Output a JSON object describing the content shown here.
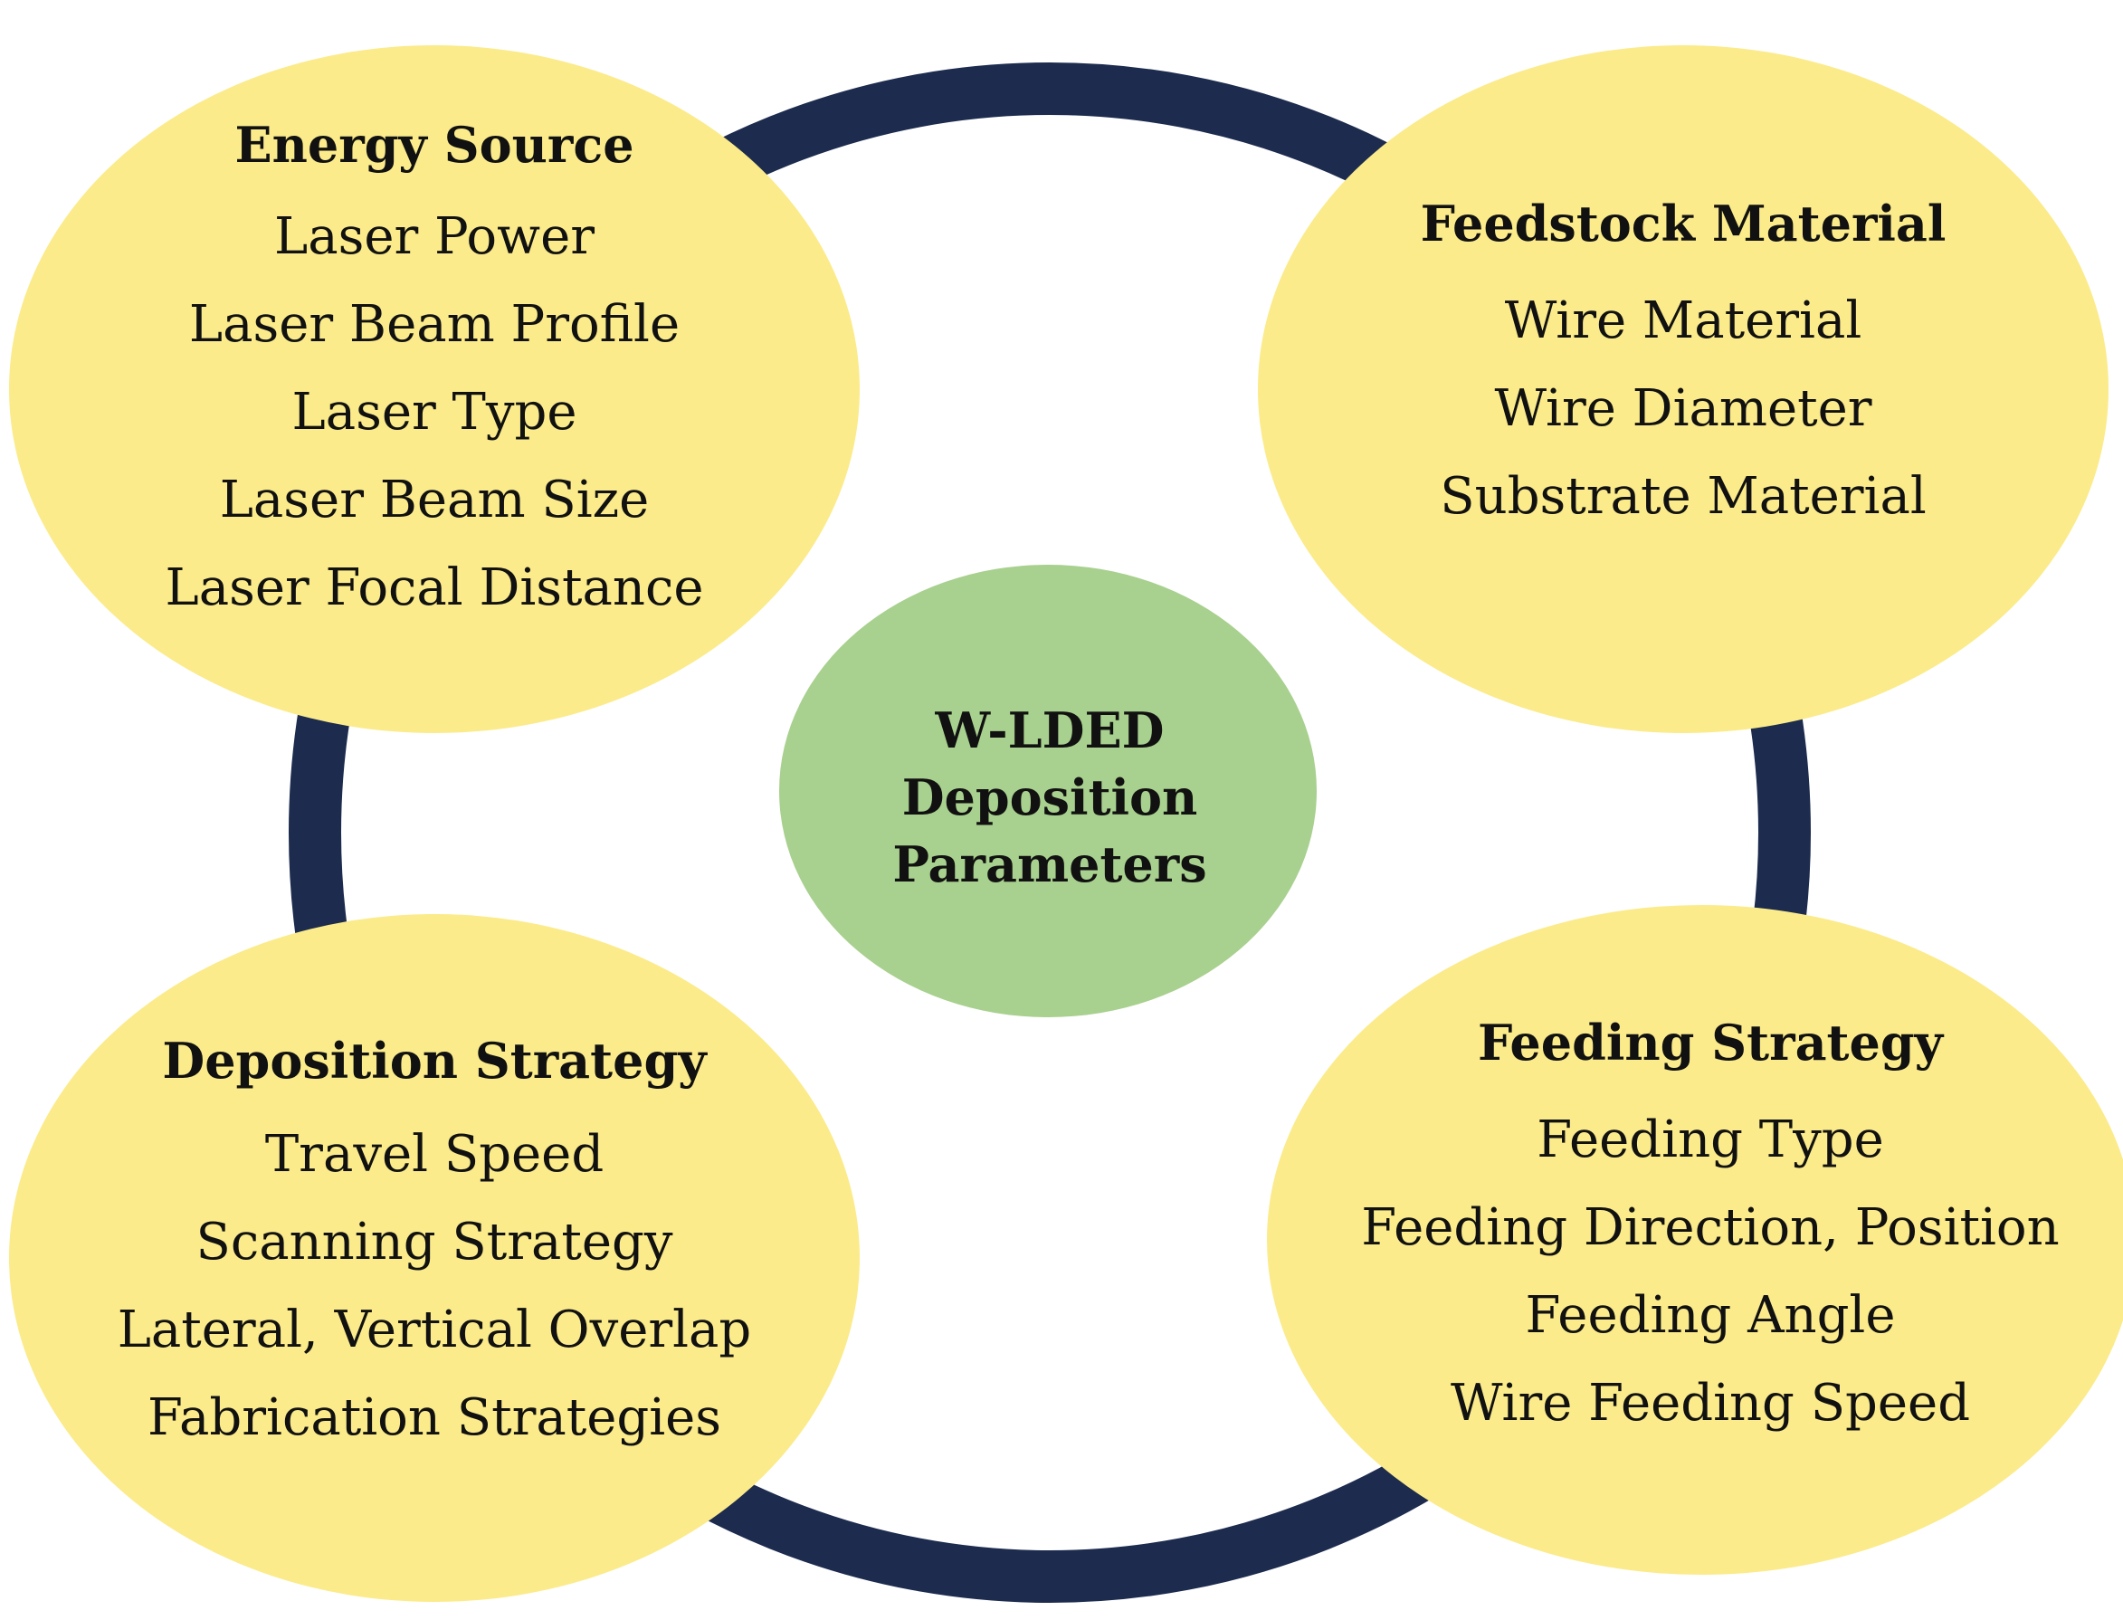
{
  "colors": {
    "ring": "#1c2b4e",
    "outer_fill": "#fbeb8a",
    "center_fill": "#a8d08e",
    "text": "#111111"
  },
  "center": {
    "lines": [
      "W-LDED",
      "Deposition",
      "Parameters"
    ]
  },
  "categories": {
    "energy_source": {
      "title": "Energy Source",
      "items": [
        "Laser Power",
        "Laser Beam Profile",
        "Laser Type",
        "Laser Beam Size",
        "Laser Focal Distance"
      ]
    },
    "feedstock_material": {
      "title": "Feedstock Material",
      "items": [
        "Wire Material",
        "Wire Diameter",
        "Substrate Material"
      ]
    },
    "deposition_strategy": {
      "title": "Deposition Strategy",
      "items": [
        "Travel Speed",
        "Scanning Strategy",
        "Lateral, Vertical Overlap",
        "Fabrication Strategies"
      ]
    },
    "feeding_strategy": {
      "title": "Feeding Strategy",
      "items": [
        "Feeding Type",
        "Feeding Direction, Position",
        "Feeding Angle",
        "Wire Feeding Speed"
      ]
    }
  }
}
